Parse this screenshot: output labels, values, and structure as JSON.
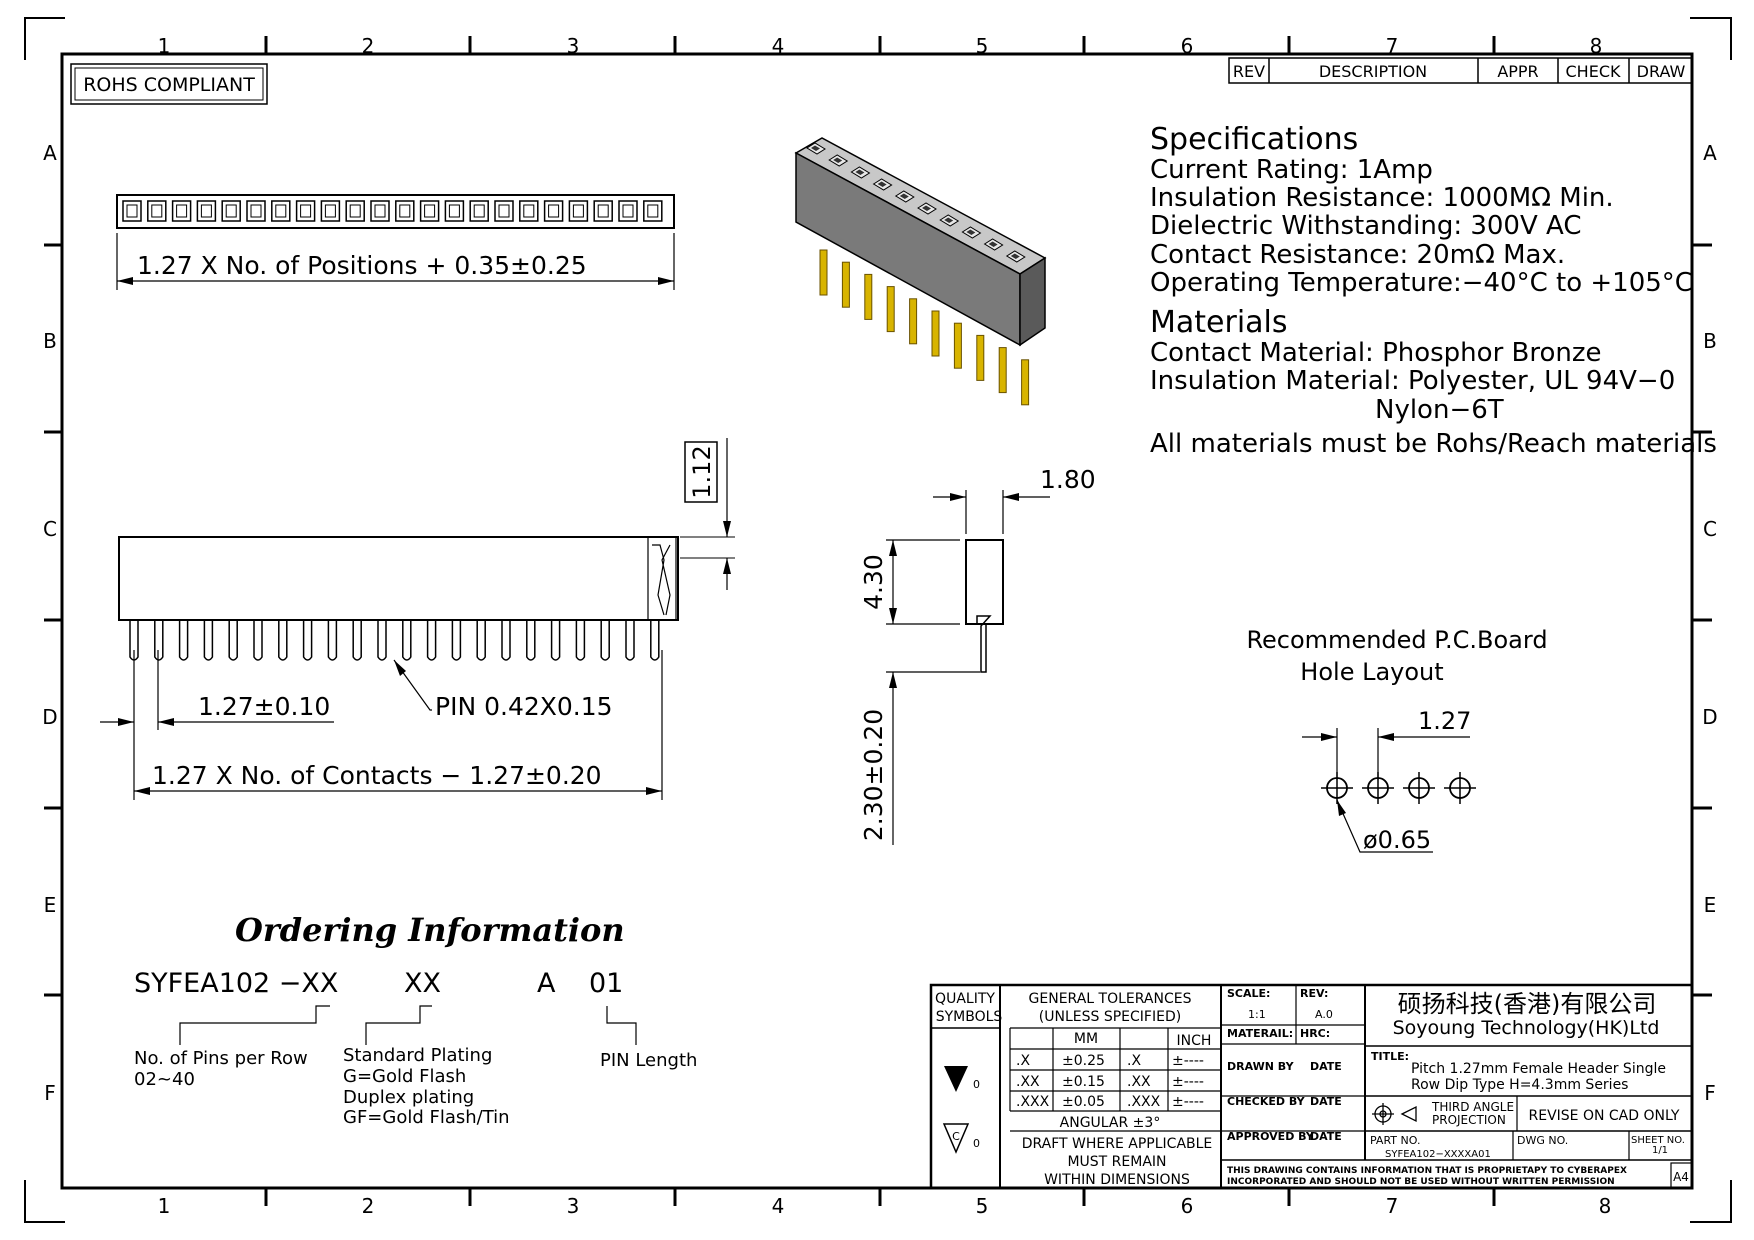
{
  "rohs": "ROHS COMPLIANT",
  "grid": {
    "cols": [
      "1",
      "2",
      "3",
      "4",
      "5",
      "6",
      "7",
      "8"
    ],
    "rows": [
      "A",
      "B",
      "C",
      "D",
      "E",
      "F"
    ]
  },
  "rev_table": {
    "rev": "REV",
    "description": "DESCRIPTION",
    "appr": "APPR",
    "check": "CHECK",
    "draw": "DRAW"
  },
  "specs": {
    "title": "Specifications",
    "lines": [
      "Current  Rating:    1Amp",
      "Insulation  Resistance:    1000MΩ  Min.",
      "Dielectric  Withstanding:     300V  AC",
      "Contact  Resistance:    20mΩ  Max.",
      "Operating  Temperature:−40°C  to  +105°C"
    ]
  },
  "materials": {
    "title": "Materials",
    "lines": [
      "Contact  Material:  Phosphor  Bronze",
      "Insulation  Material:  Polyester,  UL  94V−0",
      "Nylon−6T",
      "All  materials  must  be  Rohs/Reach  materials"
    ]
  },
  "dims": {
    "top_length": "1.27  X  No.  of  Positions  +  0.35±0.25",
    "d112": "1.12",
    "d180": "1.80",
    "d430": "4.30",
    "d230": "2.30±0.20",
    "pitch": "1.27±0.10",
    "pin": "PIN  0.42X0.15",
    "contacts": "1.27  X  No.  of  Contacts  −  1.27±0.20",
    "pcb_title1": "Recommended  P.C.Board",
    "pcb_title2": "Hole  Layout",
    "pcb_pitch": "1.27",
    "hole": "ø0.65"
  },
  "ordering": {
    "title": "Ordering Information",
    "code1": "SYFEA102  −XX",
    "code2": "XX",
    "code3": "A",
    "code4": "01",
    "pins1": "No.  of  Pins  per  Row",
    "pins2": "02~40",
    "plating1": "Standard  Plating",
    "plating2": "G=Gold  Flash",
    "plating3": "Duplex  plating",
    "plating4": "GF=Gold  Flash/Tin",
    "pin_length": "PIN  Length"
  },
  "title_block": {
    "quality": "QUALITY",
    "symbols": "SYMBOLS",
    "gen_tol": "GENERAL  TOLERANCES",
    "unless": "(UNLESS  SPECIFIED)",
    "mm": "MM",
    "inch": "INCH",
    "tol_rows": [
      [
        ".X",
        "±0.25",
        ".X",
        "±----"
      ],
      [
        ".XX",
        "±0.15",
        ".XX",
        "±----"
      ],
      [
        ".XXX",
        "±0.05",
        ".XXX",
        "±----"
      ]
    ],
    "angular": "ANGULAR  ±3°",
    "draft1": "DRAFT  WHERE  APPLICABLE",
    "draft2": "MUST  REMAIN",
    "draft3": "WITHIN  DIMENSIONS",
    "scale_label": "SCALE:",
    "scale_val": "1:1",
    "rev_label": "REV:",
    "rev_val": "A.0",
    "material": "MATERAIL:",
    "hrc": "HRC:",
    "drawn_by": "DRAWN BY",
    "checked_by": "CHECKED BY",
    "approved_by": "APPROVED BY",
    "date": "DATE",
    "company_cn": "硕扬科技(香港)有限公司",
    "company_en": "Soyoung  Technology(HK)Ltd",
    "title_label": "TITLE:",
    "title1": "Pitch  1.27mm  Female  Header  Single",
    "title2": "Row  Dip  Type  H=4.3mm  Series",
    "third1": "THIRD  ANGLE",
    "third2": "PROJECTION",
    "revise": "REVISE  ON  CAD  ONLY",
    "part_no_label": "PART NO.",
    "part_no": "SYFEA102−XXXXA01",
    "dwg_no": "DWG NO.",
    "sheet_label": "SHEET  NO.",
    "sheet_val": "1/1",
    "notice1": "THIS  DRAWING  CONTAINS  INFORMATION  THAT  IS  PROPRIETAPY  TO  CYBERAPEX",
    "notice2": "INCORPORATED  AND  SHOULD  NOT  BE  USED  WITHOUT  WRITTEN  PERMISSION",
    "size": "A4",
    "sym1": "0",
    "sym2": "0",
    "sym2_glyph": "C"
  }
}
